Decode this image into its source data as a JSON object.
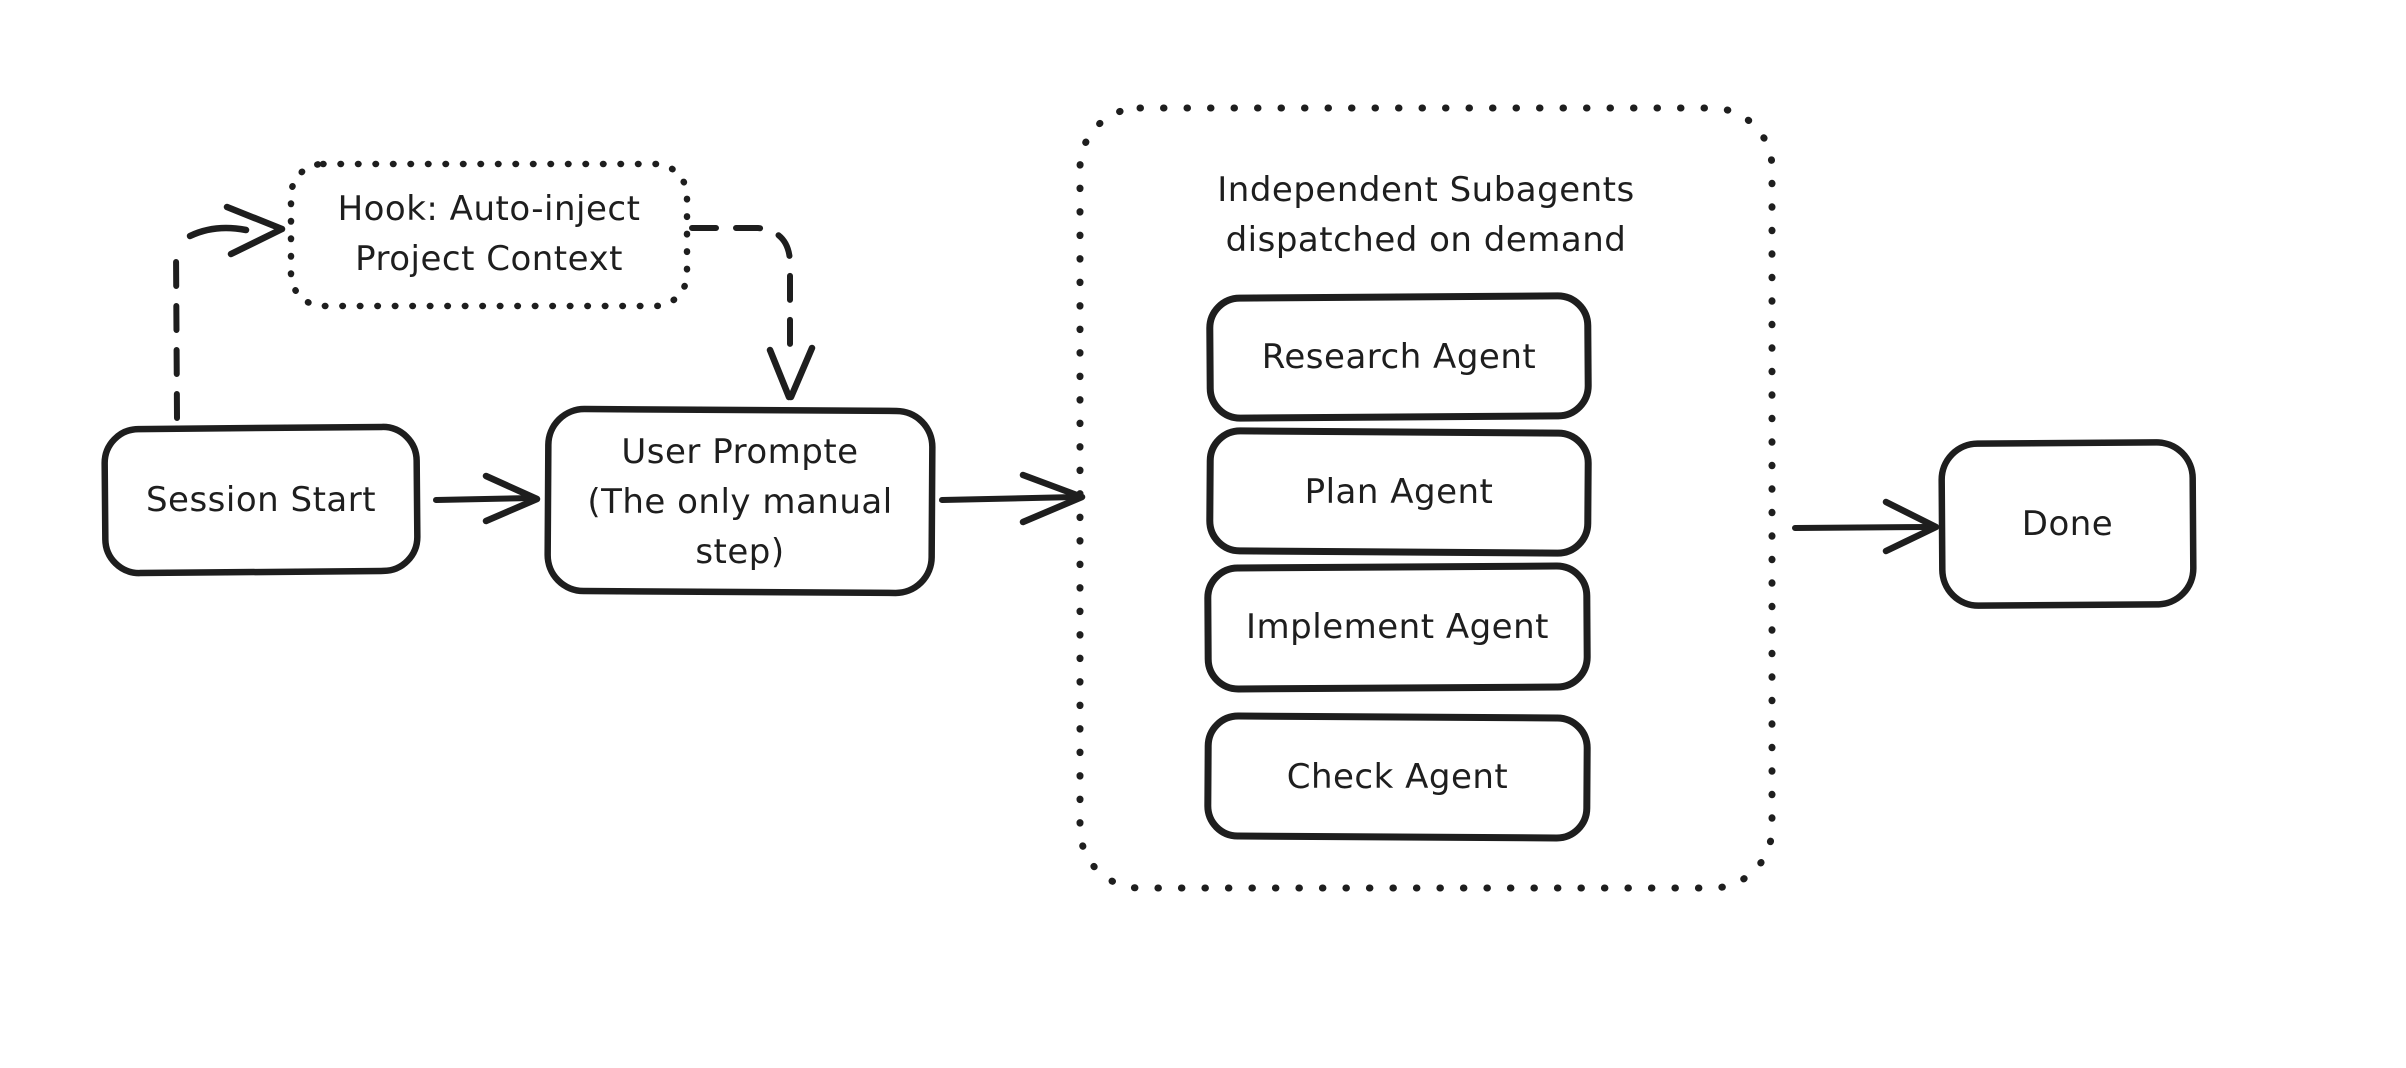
{
  "colors": {
    "ink": "#1e1e1e",
    "background": "#ffffff"
  },
  "nodes": {
    "session_start": {
      "label": "Session Start"
    },
    "hook": {
      "line1": "Hook: Auto-inject",
      "line2": "Project Context"
    },
    "user_prompt": {
      "line1": "User Prompte",
      "line2": "(The only manual",
      "line3": "step)"
    },
    "subagents_group": {
      "title_line1": "Independent Subagents",
      "title_line2": "dispatched on demand",
      "agents": [
        {
          "label": "Research Agent"
        },
        {
          "label": "Plan Agent"
        },
        {
          "label": "Implement Agent"
        },
        {
          "label": "Check Agent"
        }
      ]
    },
    "done": {
      "label": "Done"
    }
  },
  "edges": [
    {
      "from": "session-start",
      "to": "hook",
      "style": "dashed"
    },
    {
      "from": "hook",
      "to": "user-prompt",
      "style": "dashed"
    },
    {
      "from": "session-start",
      "to": "user-prompt",
      "style": "solid"
    },
    {
      "from": "user-prompt",
      "to": "subagents-group",
      "style": "solid"
    },
    {
      "from": "subagents-group",
      "to": "done",
      "style": "solid"
    }
  ]
}
